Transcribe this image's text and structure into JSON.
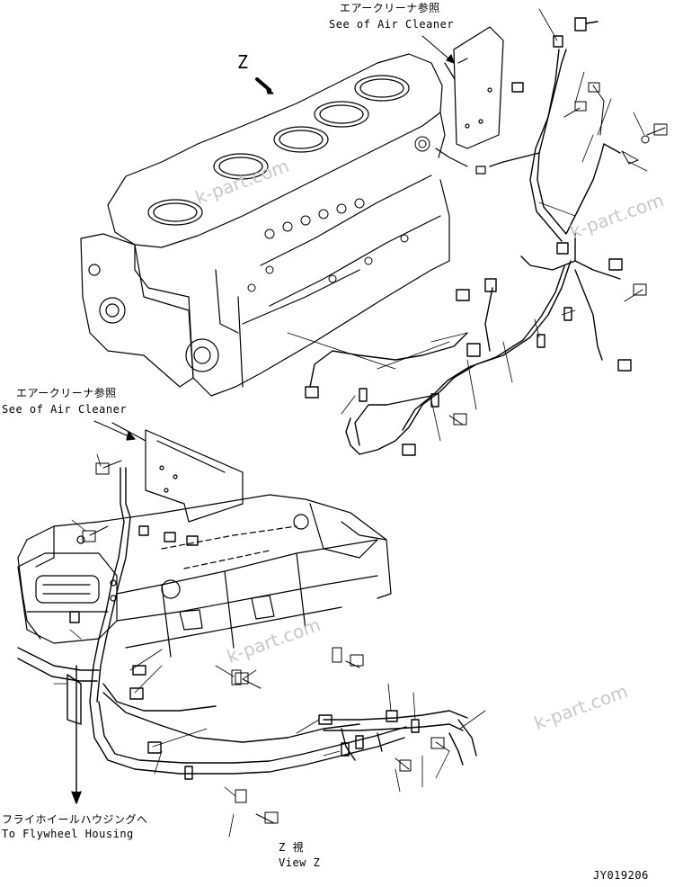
{
  "labels": {
    "top_air_cleaner_jp": "エアークリーナ参照",
    "top_air_cleaner_en": "See of Air Cleaner",
    "mid_air_cleaner_jp": "エアークリーナ参照",
    "mid_air_cleaner_en": "See of Air Cleaner",
    "view_marker": "Z",
    "view_title_jp": "Z 視",
    "view_title_en": "View Z",
    "flywheel_jp": "フライホイールハウジングへ",
    "flywheel_en": "To Flywheel Housing",
    "drawing_number": "JY019206"
  },
  "watermarks": [
    "k-part.com",
    "k-part.com",
    "k-part.com",
    "k-part.com"
  ],
  "colors": {
    "line": "#000000",
    "paper": "#ffffff",
    "watermark": "#c8c8c8"
  }
}
